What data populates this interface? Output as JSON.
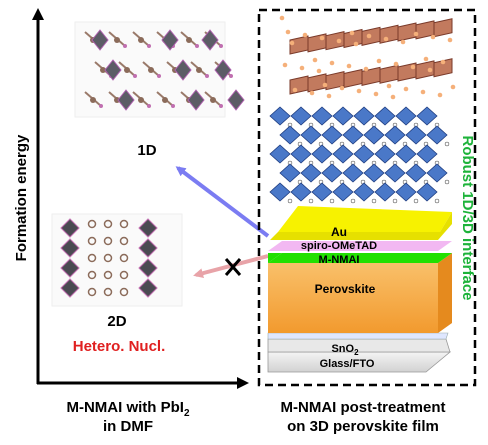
{
  "axis": {
    "y_label": "Formation energy",
    "x_label_line1": "M-NMAI with PbI",
    "x_label_sub": "2",
    "x_label_line2": "in DMF"
  },
  "left_panel": {
    "upper_structure_label": "1D",
    "lower_structure_label": "2D",
    "hetero_label": "Hetero. Nucl."
  },
  "right_panel": {
    "vertical_label": "Robust 1D/3D interface",
    "caption_line1": "M-NMAI post-treatment",
    "caption_line2": "on 3D perovskite film",
    "stack_layers": {
      "au": "Au",
      "spiro": "spiro-OMeTAD",
      "mnmai": "M-NMAI",
      "perovskite": "Perovskite",
      "sno2_base": "SnO",
      "sno2_sub": "2",
      "fto": "Glass/FTO"
    }
  },
  "colors": {
    "blue_arrow": "#7b7cf2",
    "pink_arrow": "#e8a3a8",
    "red_text": "#e02020",
    "green_text": "#1db33a",
    "au": "#f7f200",
    "spiro": "#f2b8f2",
    "mnmai": "#22e000",
    "perovskite": "#f5b04a"
  },
  "icons": {
    "block_mark": "x-mark-icon"
  }
}
